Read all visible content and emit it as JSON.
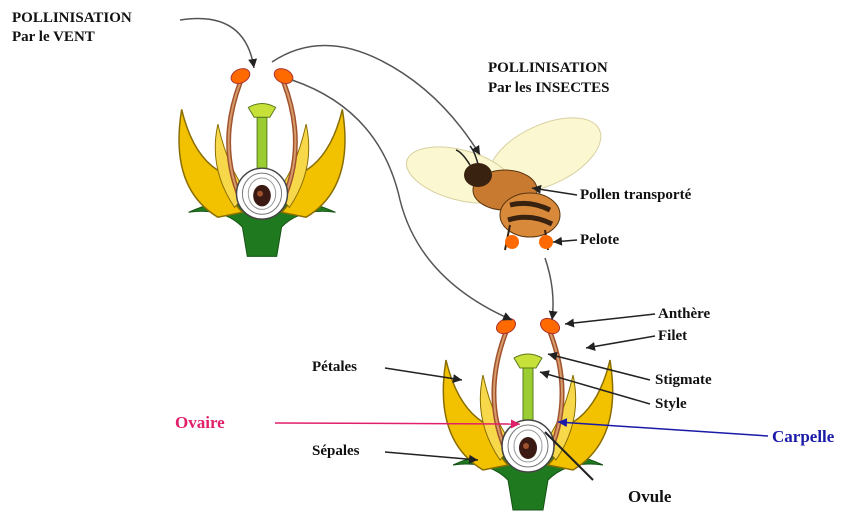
{
  "titles": {
    "wind_line1": "POLLINISATION",
    "wind_line2": "Par le VENT",
    "insect_line1": "POLLINISATION",
    "insect_line2": "Par les INSECTES"
  },
  "labels": {
    "pollen": "Pollen transporté",
    "pelote": "Pelote",
    "anthere": "Anthère",
    "filet": "Filet",
    "petales": "Pétales",
    "stigmate": "Stigmate",
    "style": "Style",
    "ovaire": "Ovaire",
    "carpelle": "Carpelle",
    "sepales": "Sépales",
    "ovule": "Ovule"
  },
  "colors": {
    "ovaire": "#e0206a",
    "carpelle": "#1a1aa8",
    "petal": "#f2c200",
    "sepal": "#1f7a1f",
    "stamen": "#a0522d",
    "anther": "#ff6a00",
    "pistil": "#9acd32"
  }
}
